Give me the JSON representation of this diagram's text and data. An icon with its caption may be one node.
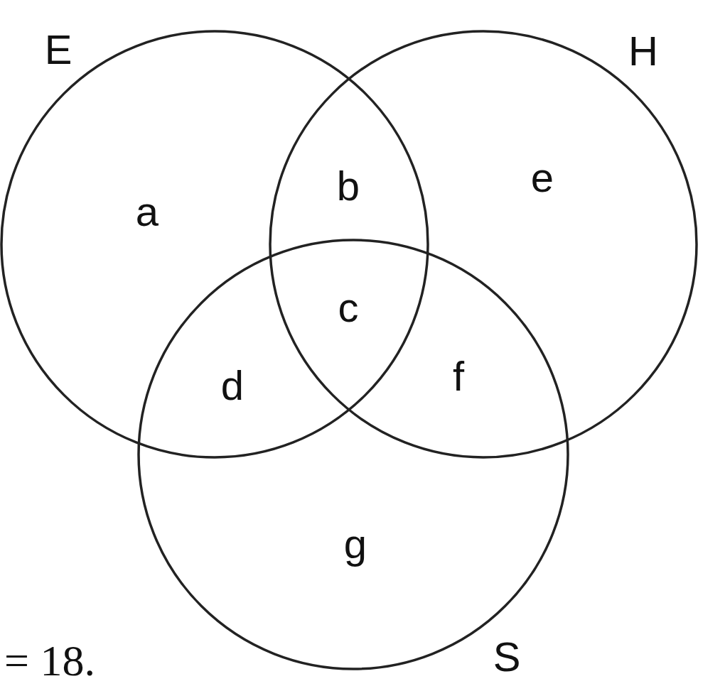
{
  "diagram": {
    "nodes": [
      {
        "text": [
          "E"
        ]
      },
      {
        "text": [
          "H"
        ]
      },
      {
        "text": [
          "S"
        ]
      }
    ],
    "labels": [
      "a",
      "b",
      "e",
      "c",
      "d",
      "f",
      "g",
      "= 18."
    ]
  }
}
